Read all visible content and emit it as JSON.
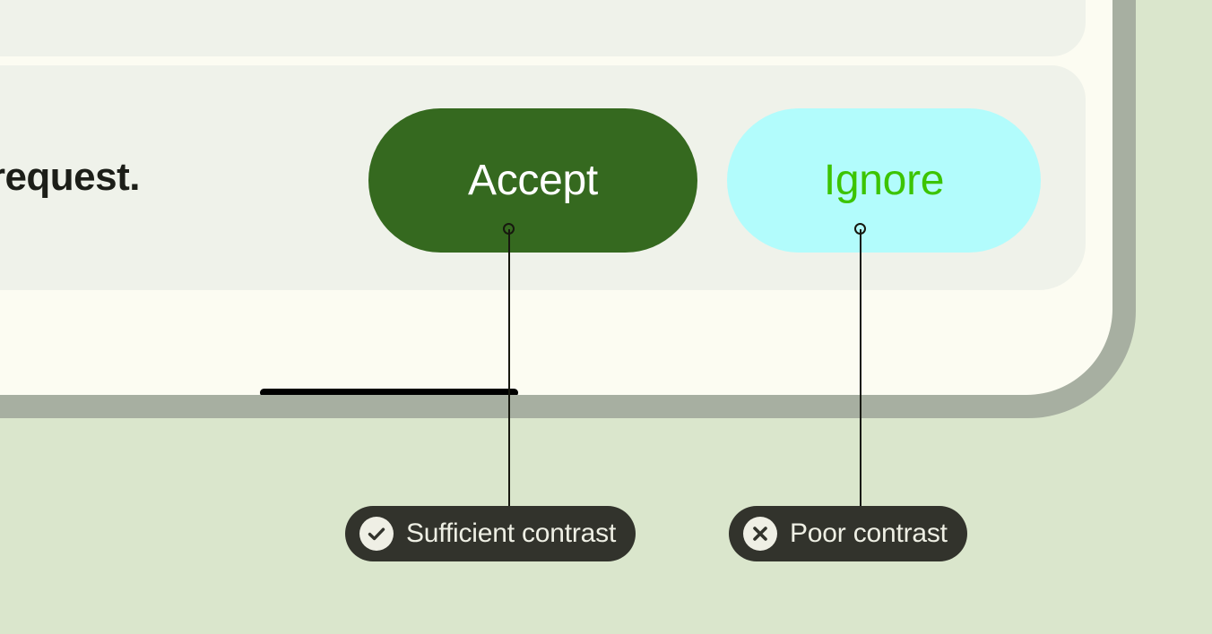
{
  "colors": {
    "page_background": "#DAE6CC",
    "device_frame": "#A7AFA1",
    "device_screen": "#FCFCF2",
    "card_background": "#EFF2EA",
    "accept_button_bg": "#35691F",
    "accept_button_text": "#FFFFFF",
    "ignore_button_bg": "#B2FCFC",
    "ignore_button_text": "#3CC400",
    "annotation_bg": "#32332C",
    "annotation_text": "#EEEFE4",
    "annotation_icon_bg": "#EFEFE5",
    "leader_line": "#17180F",
    "body_text": "#1C1E18"
  },
  "screen": {
    "cards": [
      {
        "name": "card-top"
      },
      {
        "name": "card-bottom"
      }
    ],
    "request_row": {
      "text": "a request.",
      "accept_label": "Accept",
      "ignore_label": "Ignore"
    },
    "home_indicator": {
      "name": "home-indicator"
    }
  },
  "annotations": [
    {
      "label": "Sufficient contrast",
      "icon": "check-circle-icon",
      "target": "accept-button"
    },
    {
      "label": "Poor contrast",
      "icon": "x-circle-icon",
      "target": "ignore-button"
    }
  ]
}
